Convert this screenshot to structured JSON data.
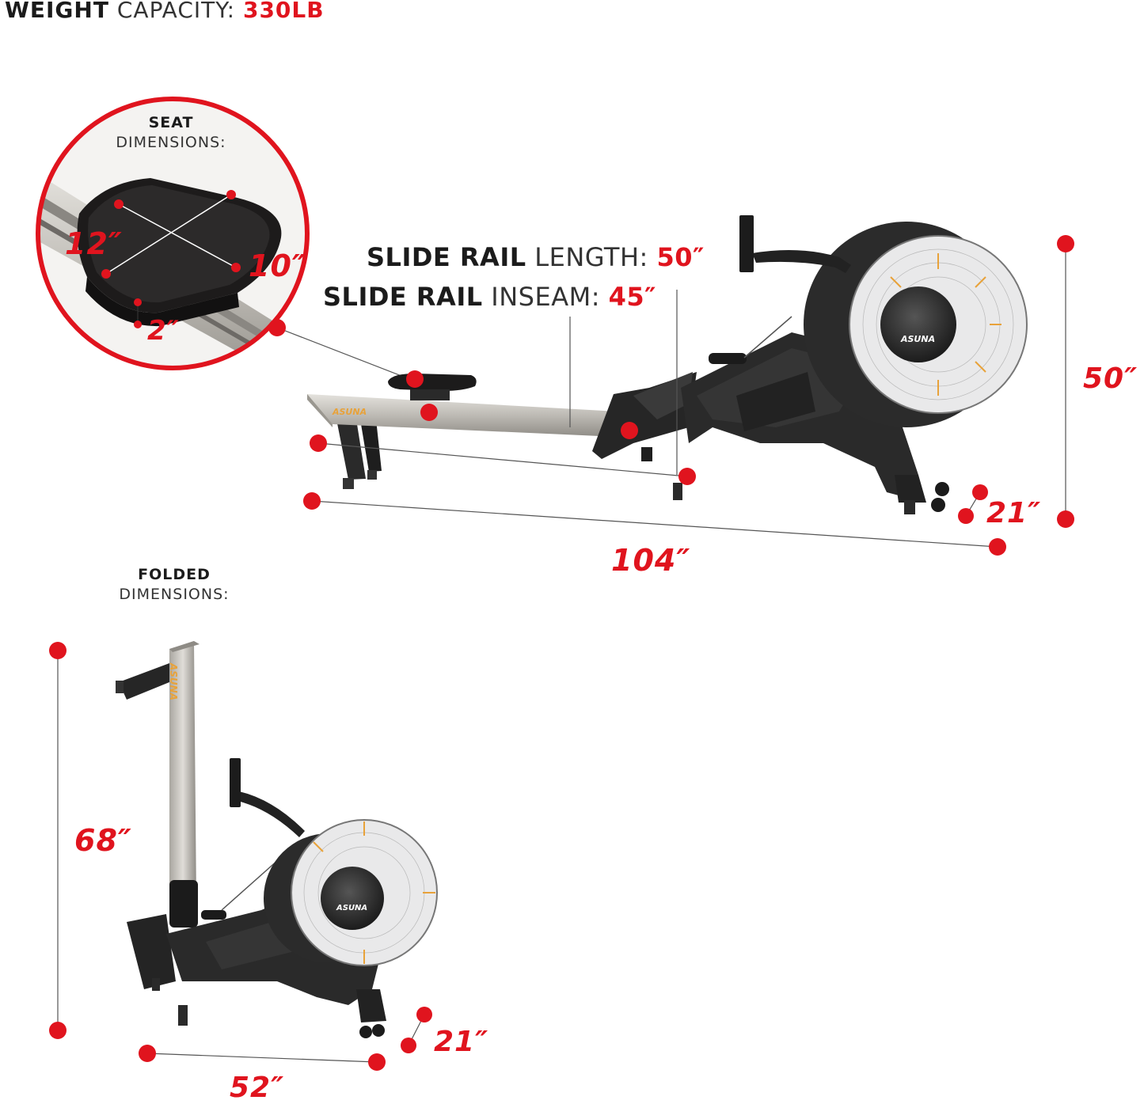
{
  "header": {
    "label_bold": "WEIGHT",
    "label_light": "CAPACITY:",
    "value": "330LB"
  },
  "seat_inset": {
    "title": "SEAT",
    "subtitle": "DIMENSIONS:",
    "dim_length": "12″",
    "dim_width": "10″",
    "dim_height": "2″"
  },
  "slide_rail": {
    "length_bold": "SLIDE RAIL",
    "length_light": "LENGTH:",
    "length_value": "50″",
    "inseam_bold": "SLIDE RAIL",
    "inseam_light": "INSEAM:",
    "inseam_value": "45″"
  },
  "unfolded": {
    "height": "50″",
    "length": "104″",
    "width": "21″",
    "brand": "ASUNA"
  },
  "folded": {
    "title": "FOLDED",
    "subtitle": "DIMENSIONS:",
    "height": "68″",
    "length": "52″",
    "width": "21″",
    "brand": "ASUNA"
  },
  "colors": {
    "accent_red": "#e0141e",
    "frame_dark": "#2a2a2a",
    "rail_silver": "#c9c6c0",
    "brand_orange": "#e8a23a"
  }
}
